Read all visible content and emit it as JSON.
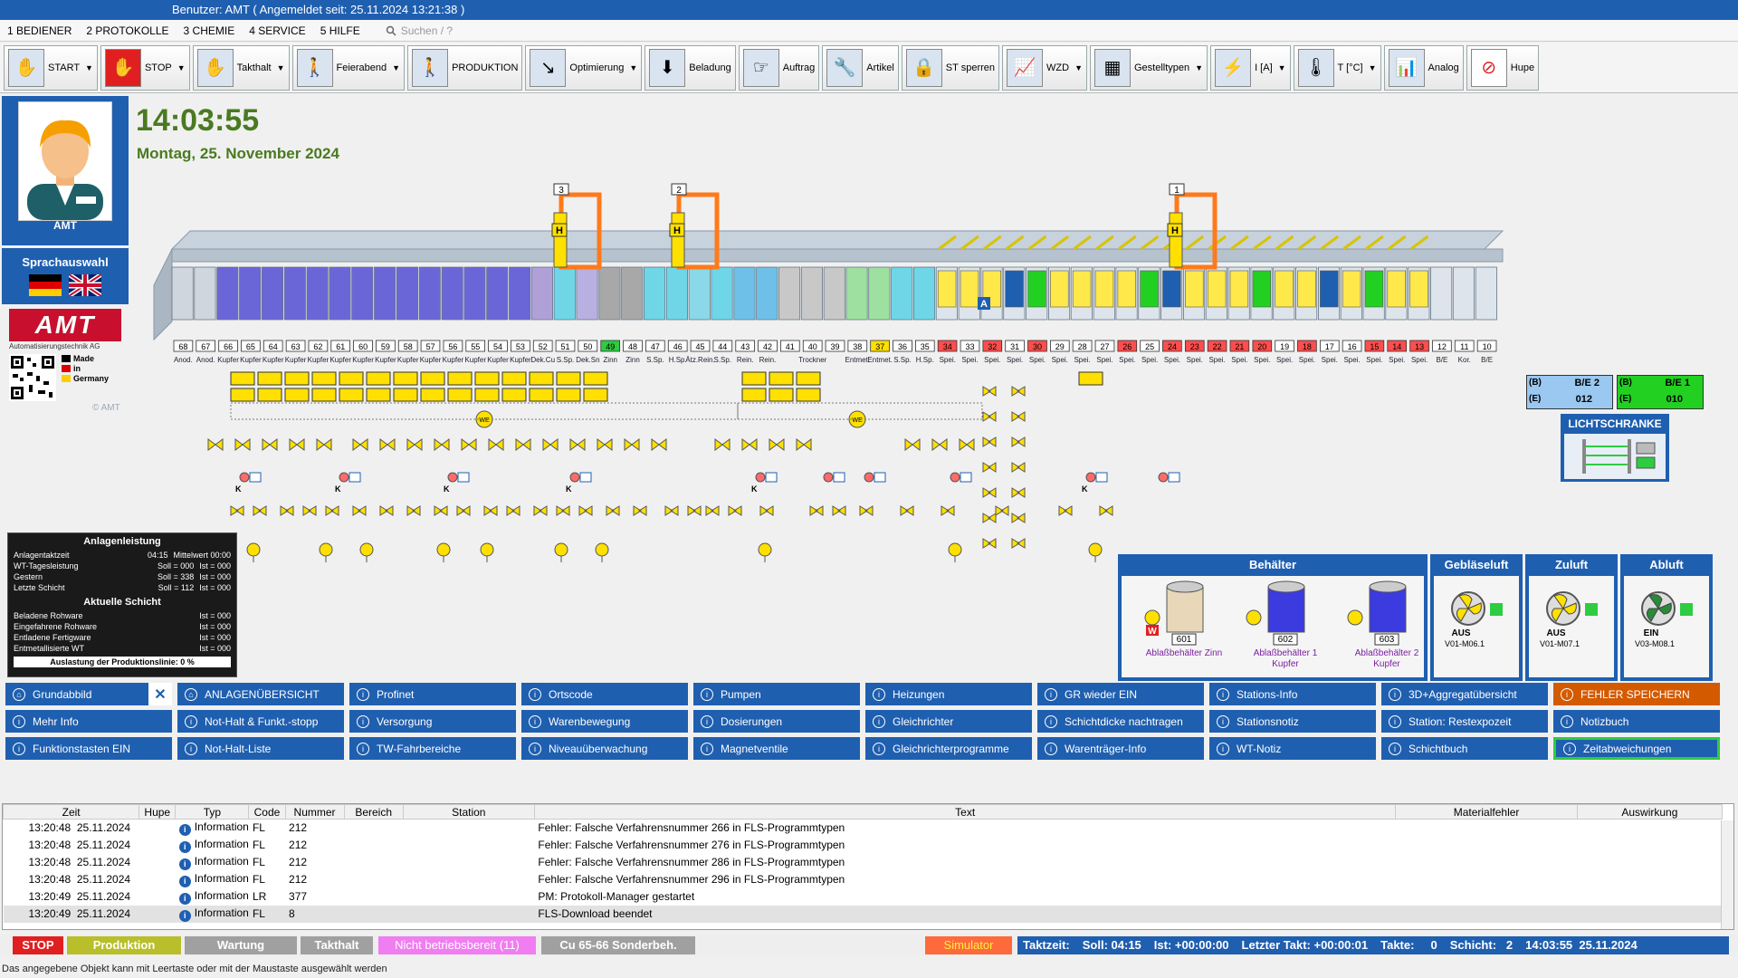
{
  "title": "Benutzer:  AMT ( Angemeldet seit: 25.11.2024  13:21:38 )",
  "menu": [
    "1 BEDIENER",
    "2 PROTOKOLLE",
    "3 CHEMIE",
    "4 SERVICE",
    "5 HILFE"
  ],
  "search_placeholder": "Suchen / ?",
  "toolbar": [
    {
      "label": "START",
      "icon": "hand-icon",
      "dd": true
    },
    {
      "label": "STOP",
      "icon": "stop-hand-icon",
      "dd": true
    },
    {
      "label": "Takthalt",
      "icon": "hand-icon",
      "dd": true
    },
    {
      "label": "Feierabend",
      "icon": "walk-icon",
      "dd": true
    },
    {
      "label": "PRODUKTION",
      "icon": "walk-icon",
      "dd": false
    },
    {
      "label": "Optimierung",
      "icon": "optimize-icon",
      "dd": true
    },
    {
      "label": "Beladung",
      "icon": "load-icon",
      "dd": false
    },
    {
      "label": "Auftrag",
      "icon": "order-icon",
      "dd": false
    },
    {
      "label": "Artikel",
      "icon": "tool-icon",
      "dd": false
    },
    {
      "label": "ST sperren",
      "icon": "lock-icon",
      "dd": false
    },
    {
      "label": "WZD",
      "icon": "chart-icon",
      "dd": true
    },
    {
      "label": "Gestelltypen",
      "icon": "rack-icon",
      "dd": true
    },
    {
      "label": "I [A]",
      "icon": "current-icon",
      "dd": true
    },
    {
      "label": "T [°C]",
      "icon": "temp-icon",
      "dd": true
    },
    {
      "label": "Analog",
      "icon": "bars-icon",
      "dd": false
    },
    {
      "label": "Hupe",
      "icon": "horn-off-icon",
      "dd": false
    }
  ],
  "avatar_name": "AMT",
  "language_title": "Sprachauswahl",
  "logo": {
    "text": "AMT",
    "sub": "Automatisierungstechnik AG",
    "made1": "Made",
    "made2": "in",
    "made3": "Germany",
    "copy": "© AMT"
  },
  "clock": "14:03:55",
  "date": "Montag, 25. November 2024",
  "stations": [
    {
      "n": "68",
      "l": "Anod."
    },
    {
      "n": "67",
      "l": "Anod."
    },
    {
      "n": "66",
      "l": "Kupfer"
    },
    {
      "n": "65",
      "l": "Kupfer"
    },
    {
      "n": "64",
      "l": "Kupfer"
    },
    {
      "n": "63",
      "l": "Kupfer"
    },
    {
      "n": "62",
      "l": "Kupfer"
    },
    {
      "n": "61",
      "l": "Kupfer"
    },
    {
      "n": "60",
      "l": "Kupfer"
    },
    {
      "n": "59",
      "l": "Kupfer"
    },
    {
      "n": "58",
      "l": "Kupfer"
    },
    {
      "n": "57",
      "l": "Kupfer"
    },
    {
      "n": "56",
      "l": "Kupfer"
    },
    {
      "n": "55",
      "l": "Kupfer"
    },
    {
      "n": "54",
      "l": "Kupfer"
    },
    {
      "n": "53",
      "l": "Kupfer"
    },
    {
      "n": "52",
      "l": "Dek.Cu"
    },
    {
      "n": "51",
      "l": "S.Sp."
    },
    {
      "n": "50",
      "l": "Dek.Sn"
    },
    {
      "n": "49",
      "l": "Zinn"
    },
    {
      "n": "48",
      "l": "Zinn"
    },
    {
      "n": "47",
      "l": "S.Sp."
    },
    {
      "n": "46",
      "l": "H.Sp."
    },
    {
      "n": "45",
      "l": "Ätz.Rein."
    },
    {
      "n": "44",
      "l": "S.Sp."
    },
    {
      "n": "43",
      "l": "Rein."
    },
    {
      "n": "42",
      "l": "Rein."
    },
    {
      "n": "41",
      "l": ""
    },
    {
      "n": "40",
      "l": "Trockner"
    },
    {
      "n": "39",
      "l": ""
    },
    {
      "n": "38",
      "l": "Entmet."
    },
    {
      "n": "37",
      "l": "Entmet."
    },
    {
      "n": "36",
      "l": "S.Sp."
    },
    {
      "n": "35",
      "l": "H.Sp."
    },
    {
      "n": "34",
      "l": "Spei."
    },
    {
      "n": "33",
      "l": "Spei."
    },
    {
      "n": "32",
      "l": "Spei."
    },
    {
      "n": "31",
      "l": "Spei."
    },
    {
      "n": "30",
      "l": "Spei."
    },
    {
      "n": "29",
      "l": "Spei."
    },
    {
      "n": "28",
      "l": "Spei."
    },
    {
      "n": "27",
      "l": "Spei."
    },
    {
      "n": "26",
      "l": "Spei."
    },
    {
      "n": "25",
      "l": "Spei."
    },
    {
      "n": "24",
      "l": "Spei."
    },
    {
      "n": "23",
      "l": "Spei."
    },
    {
      "n": "22",
      "l": "Spei."
    },
    {
      "n": "21",
      "l": "Spei."
    },
    {
      "n": "20",
      "l": "Spei."
    },
    {
      "n": "19",
      "l": "Spei."
    },
    {
      "n": "18",
      "l": "Spei."
    },
    {
      "n": "17",
      "l": "Spei."
    },
    {
      "n": "16",
      "l": "Spei."
    },
    {
      "n": "15",
      "l": "Spei."
    },
    {
      "n": "14",
      "l": "Spei."
    },
    {
      "n": "13",
      "l": "Spei."
    },
    {
      "n": "12",
      "l": "B/E"
    },
    {
      "n": "11",
      "l": "Kor."
    },
    {
      "n": "10",
      "l": "B/E"
    }
  ],
  "crane_labels": [
    "3",
    "2",
    "1"
  ],
  "crane_h": "H",
  "marker_a": "A",
  "be2": {
    "b": "(B)",
    "e": "(E)",
    "name": "B/E 2",
    "val": "012"
  },
  "be1": {
    "b": "(B)",
    "e": "(E)",
    "name": "B/E 1",
    "val": "010"
  },
  "licht_title": "LICHTSCHRANKE",
  "we": "WE",
  "k": "K",
  "stats": {
    "t1": "Anlagenleistung",
    "rows1": [
      {
        "l": "Anlagentaktzeit",
        "m": "04:15",
        "r": "Mittelwert 00:00"
      },
      {
        "l": "WT-Tagesleistung",
        "m": "Soll = 000",
        "r": "Ist = 000"
      },
      {
        "l": "Gestern",
        "m": "Soll = 338",
        "r": "Ist = 000"
      },
      {
        "l": "Letzte Schicht",
        "m": "Soll = 112",
        "r": "Ist = 000"
      }
    ],
    "t2": "Aktuelle Schicht",
    "rows2": [
      {
        "l": "Beladene Rohware",
        "r": "Ist = 000"
      },
      {
        "l": "Eingefahrene Rohware",
        "r": "Ist = 000"
      },
      {
        "l": "Entladene Fertigware",
        "r": "Ist = 000"
      },
      {
        "l": "Entmetallisierte WT",
        "r": "Ist = 000"
      }
    ],
    "foot": "Auslastung der Produktionslinie: 0 %"
  },
  "behaelter": {
    "title": "Behälter",
    "tanks": [
      {
        "n": "601",
        "l1": "Ablaßbehälter Zinn",
        "l2": "",
        "color": "#e8d7b8"
      },
      {
        "n": "602",
        "l1": "Ablaßbehälter 1",
        "l2": "Kupfer",
        "color": "#3b3bdf"
      },
      {
        "n": "603",
        "l1": "Ablaßbehälter 2",
        "l2": "Kupfer",
        "color": "#3b3bdf"
      }
    ],
    "w": "W"
  },
  "fans": [
    {
      "title": "Gebläseluft",
      "state": "AUS",
      "id": "V01-M06.1"
    },
    {
      "title": "Zuluft",
      "state": "AUS",
      "id": "V01-M07.1"
    },
    {
      "title": "Abluft",
      "state": "EIN",
      "id": "V03-M08.1"
    }
  ],
  "nav": [
    [
      "Grundabbild",
      "ANLAGENÜBERSICHT",
      "Profinet",
      "Ortscode",
      "Pumpen",
      "Heizungen",
      "GR wieder EIN",
      "Stations-Info",
      "3D+Aggregatübersicht",
      "FEHLER SPEICHERN"
    ],
    [
      "Mehr Info",
      "Not-Halt & Funkt.-stopp",
      "Versorgung",
      "Warenbewegung",
      "Dosierungen",
      "Gleichrichter",
      "Schichtdicke nachtragen",
      "Stationsnotiz",
      "Station: Restexpozeit",
      "Notizbuch"
    ],
    [
      "Funktionstasten EIN",
      "Not-Halt-Liste",
      "TW-Fahrbereiche",
      "Niveauüberwachung",
      "Magnetventile",
      "Gleichrichterprogramme",
      "Warenträger-Info",
      "WT-Notiz",
      "Schichtbuch",
      "Zeitabweichungen"
    ]
  ],
  "nav_close": "✕",
  "log": {
    "headers": [
      "Zeit",
      "Hupe",
      "Typ",
      "Code",
      "Nummer",
      "Bereich",
      "Station",
      "Text",
      "Materialfehler",
      "Auswirkung"
    ],
    "rows": [
      {
        "zeit": "13:20:48  25.11.2024",
        "typ": "Information",
        "code": "FL",
        "nr": "212",
        "text": "Fehler: Falsche Verfahrensnummer 266 in FLS-Programmtypen"
      },
      {
        "zeit": "13:20:48  25.11.2024",
        "typ": "Information",
        "code": "FL",
        "nr": "212",
        "text": "Fehler: Falsche Verfahrensnummer 276 in FLS-Programmtypen"
      },
      {
        "zeit": "13:20:48  25.11.2024",
        "typ": "Information",
        "code": "FL",
        "nr": "212",
        "text": "Fehler: Falsche Verfahrensnummer 286 in FLS-Programmtypen"
      },
      {
        "zeit": "13:20:48  25.11.2024",
        "typ": "Information",
        "code": "FL",
        "nr": "212",
        "text": "Fehler: Falsche Verfahrensnummer 296 in FLS-Programmtypen"
      },
      {
        "zeit": "13:20:49  25.11.2024",
        "typ": "Information",
        "code": "LR",
        "nr": "377",
        "text": "PM: Protokoll-Manager gestartet"
      },
      {
        "zeit": "13:20:49  25.11.2024",
        "typ": "Information",
        "code": "FL",
        "nr": "8",
        "text": "FLS-Download beendet"
      }
    ]
  },
  "status": {
    "stop": "STOP",
    "produktion": "Produktion",
    "wartung": "Wartung",
    "takthalt": "Takthalt",
    "nicht": "Nicht betriebsbereit (11)",
    "cu": "Cu 65-66 Sonderbeh.",
    "sim": "Simulator",
    "taktzeit": "Taktzeit:",
    "soll": "Soll: 04:15",
    "ist": "Ist: +00:00:00",
    "letzter": "Letzter Takt: +00:00:01",
    "takte": "Takte:     0",
    "schicht": "Schicht:   2",
    "time": "14:03:55  25.11.2024"
  },
  "bottom_hint": "Das angegebene Objekt kann mit Leertaste oder mit der Maustaste ausgewählt werden"
}
